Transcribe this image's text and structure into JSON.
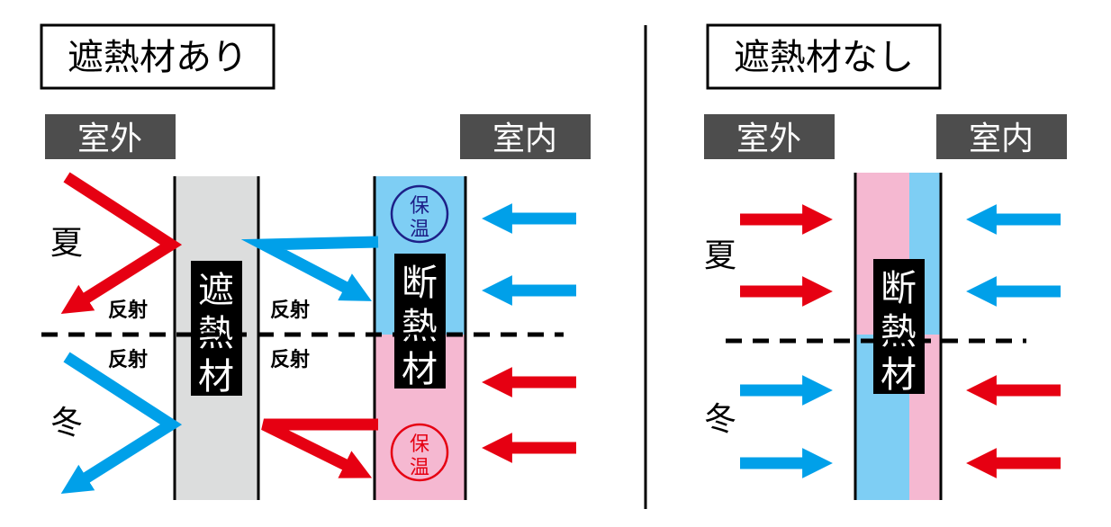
{
  "left": {
    "title": "遮熱材あり",
    "outside_label": "室外",
    "inside_label": "室内",
    "summer_label": "夏",
    "winter_label": "冬",
    "reflect_label": "反射",
    "shield_label": "遮熱材",
    "insulation_label": "断熱材",
    "stamp_label": "保温"
  },
  "right": {
    "title": "遮熱材なし",
    "outside_label": "室外",
    "inside_label": "室内",
    "summer_label": "夏",
    "winter_label": "冬",
    "insulation_label": "断熱材"
  },
  "colors": {
    "heat_red": "#e60012",
    "cool_blue": "#00a0e9",
    "insulation_blue": "#7ecef4",
    "insulation_pink": "#f5b8d1",
    "shield_gray": "#dcdddd",
    "header_gray": "#4d4d4d",
    "stamp_navy": "#1d2088"
  }
}
